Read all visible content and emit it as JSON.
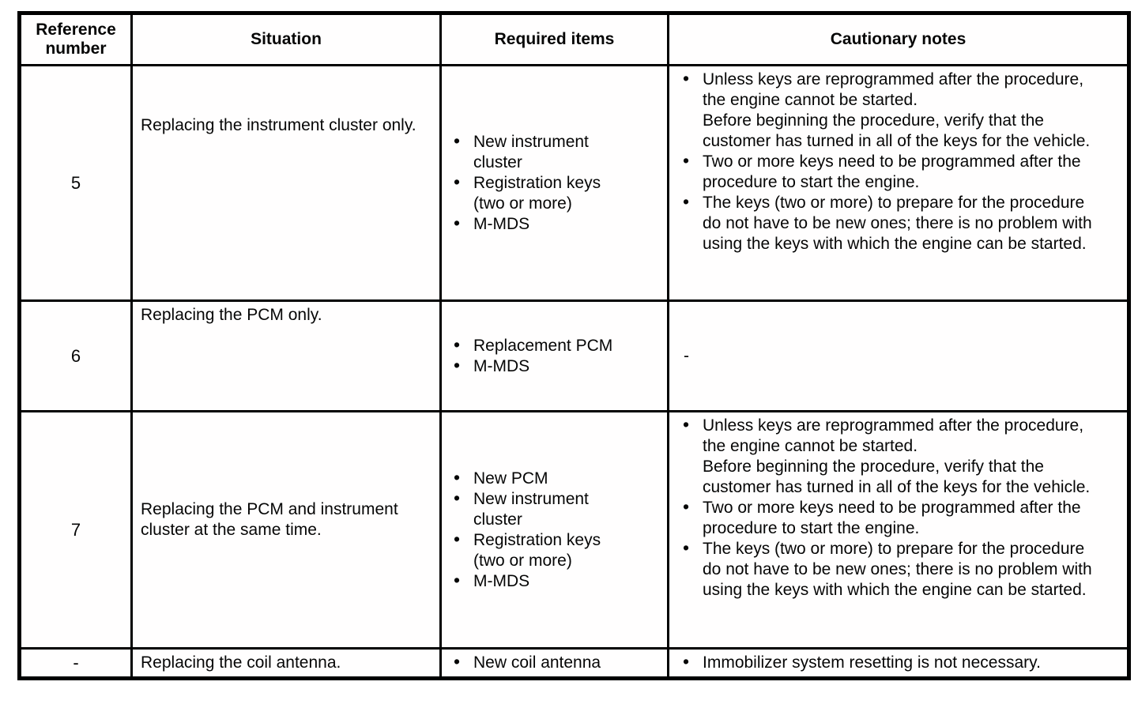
{
  "table": {
    "headers": {
      "reference_number": "Reference number",
      "situation": "Situation",
      "required_items": "Required items",
      "cautionary_notes": "Cautionary notes"
    },
    "rows": [
      {
        "ref": "5",
        "situation": "Replacing the instrument cluster only.",
        "items": [
          "New instrument cluster",
          "Registration keys (two or more)",
          "M-MDS"
        ],
        "notes": [
          [
            "Unless keys are reprogrammed after the procedure, the engine cannot be started.",
            "Before beginning the procedure, verify that the customer has turned in all of the keys for the vehicle."
          ],
          [
            "Two or more keys need to be programmed after the procedure to start the engine."
          ],
          [
            "The keys (two or more) to prepare for the procedure do not have to be new ones; there is no problem with using the keys with which the engine can be started."
          ]
        ]
      },
      {
        "ref": "6",
        "situation": "Replacing the PCM only.",
        "items": [
          "Replacement PCM",
          "M-MDS"
        ],
        "notes": "-"
      },
      {
        "ref": "7",
        "situation": "Replacing the PCM and instrument cluster at the same time.",
        "items": [
          "New PCM",
          "New instrument cluster",
          "Registration keys (two or more)",
          "M-MDS"
        ],
        "notes": [
          [
            "Unless keys are reprogrammed after the procedure, the engine cannot be started.",
            "Before beginning the procedure, verify that the customer has turned in all of the keys for the vehicle."
          ],
          [
            "Two or more keys need to be programmed after the procedure to start the engine."
          ],
          [
            "The keys (two or more) to prepare for the procedure do not have to be new ones; there is no problem with using the keys with which the engine can be started."
          ]
        ]
      },
      {
        "ref": "-",
        "situation": "Replacing the coil antenna.",
        "items": [
          "New coil antenna"
        ],
        "notes": [
          [
            "Immobilizer system resetting is not necessary."
          ]
        ]
      }
    ]
  }
}
